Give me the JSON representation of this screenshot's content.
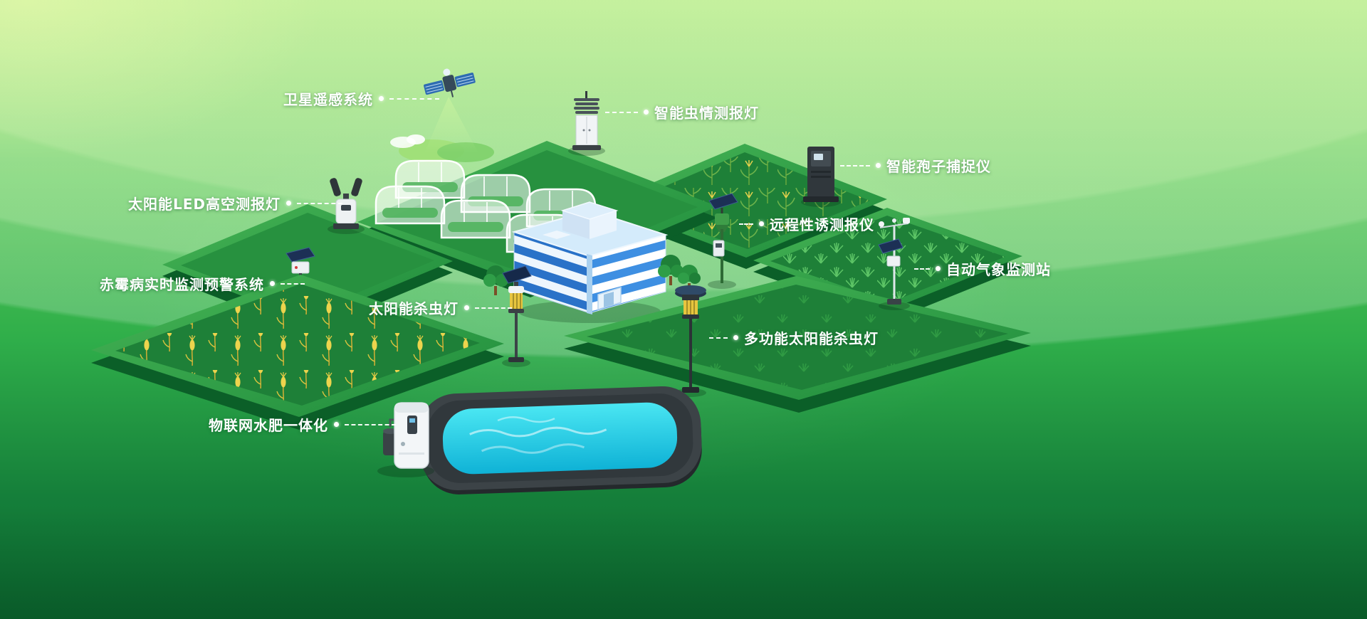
{
  "labels": [
    {
      "id": "satellite",
      "text": "卫星遥感系统"
    },
    {
      "id": "insect-lamp",
      "text": "智能虫情测报灯"
    },
    {
      "id": "spore-catcher",
      "text": "智能孢子捕捉仪"
    },
    {
      "id": "led-lamp",
      "text": "太阳能LED高空测报灯"
    },
    {
      "id": "pheromone-monitor",
      "text": "远程性诱测报仪"
    },
    {
      "id": "weather-station",
      "text": "自动气象监测站"
    },
    {
      "id": "scab-monitor",
      "text": "赤霉病实时监测预警系统"
    },
    {
      "id": "solar-insect-killer",
      "text": "太阳能杀虫灯"
    },
    {
      "id": "multi-solar-killer",
      "text": "多功能太阳能杀虫灯"
    },
    {
      "id": "fertigation",
      "text": "物联网水肥一体化"
    }
  ],
  "colors": {
    "label_text": "#ffffff",
    "bg_top": "#9ce465",
    "bg_bottom": "#0d6e33",
    "platform_green": "#2f9e48",
    "platform_edge": "#0b5f28",
    "field_green": "#1e8038",
    "water_cyan": "#2bd9ef",
    "pool_rim": "#3c4347",
    "building_blue": "#2e7fd8",
    "wheat_yellow": "#ecd44d",
    "solar_panel_navy": "#1c3055"
  }
}
